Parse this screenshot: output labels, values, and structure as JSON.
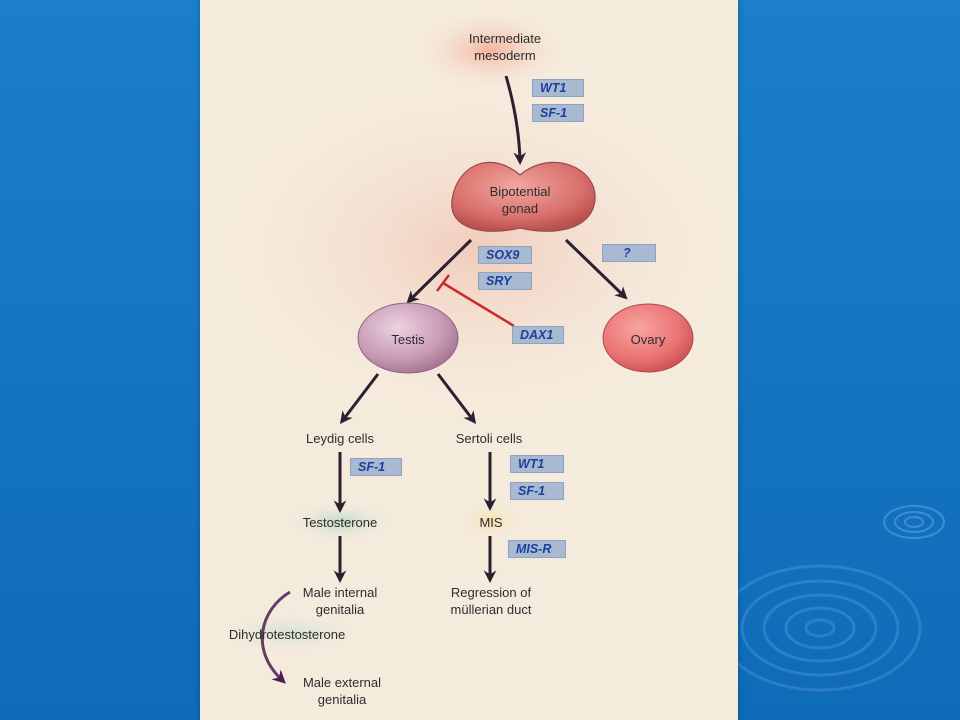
{
  "colors": {
    "background": "#1576c3",
    "panel": "#f5ebdd",
    "tag_fill": "#a9b9d2",
    "tag_text": "#1b3f9a",
    "arrow": "#2a2030",
    "inhibition": "#c92a2a",
    "bipotential_gonad": "#d9706c",
    "testis": "#c79ab5",
    "ovary": "#ea7373"
  },
  "nodes": {
    "intermediate_mesoderm": {
      "line1": "Intermediate",
      "line2": "mesoderm"
    },
    "bipotential_gonad": {
      "line1": "Bipotential",
      "line2": "gonad"
    },
    "testis": "Testis",
    "ovary": "Ovary",
    "leydig_cells": "Leydig cells",
    "sertoli_cells": "Sertoli cells",
    "testosterone": "Testosterone",
    "mis": "MIS",
    "male_internal_genitalia": {
      "line1": "Male internal",
      "line2": "genitalia"
    },
    "regression_mullerian_duct": {
      "line1": "Regression of",
      "line2": "müllerian duct"
    },
    "dihydrotestosterone": "Dihydrotestosterone",
    "male_external_genitalia": {
      "line1": "Male external",
      "line2": "genitalia"
    }
  },
  "tags": {
    "wt1_top": "WT1",
    "sf1_top": "SF-1",
    "sox9": "SOX9",
    "sry": "SRY",
    "unknown": "?",
    "dax1": "DAX1",
    "sf1_leydig": "SF-1",
    "wt1_sertoli": "WT1",
    "sf1_sertoli": "SF-1",
    "mis_r": "MIS-R"
  }
}
